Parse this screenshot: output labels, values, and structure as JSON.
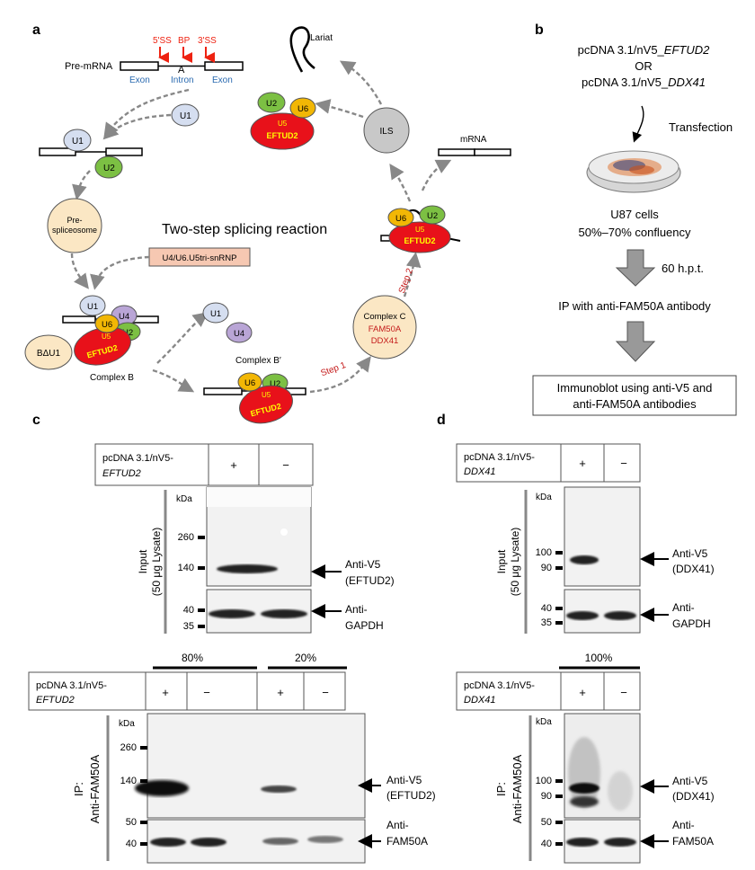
{
  "panels": {
    "a": "a",
    "b": "b",
    "c": "c",
    "d": "d"
  },
  "a": {
    "pre_mrna": "Pre-mRNA",
    "ss5": "5'SS",
    "bp": "BP",
    "ss3": "3'SS",
    "a_letter": "A",
    "exon1": "Exon",
    "intron": "Intron",
    "exon2": "Exon",
    "u1": "U1",
    "u2": "U2",
    "u4": "U4",
    "u5": "U5",
    "u6": "U6",
    "eftud2": "EFTUD2",
    "prespliceosome_l1": "Pre-",
    "prespliceosome_l2": "spliceosome",
    "tri_snrnp": "U4/U6.U5tri-snRNP",
    "title": "Two-step splicing reaction",
    "bdu1": "BΔU1",
    "complex_b": "Complex B",
    "complex_bp": "Complex B′",
    "step1": "Step 1",
    "step2": "Step 2",
    "complex_c": "Complex C",
    "fam50a": "FAM50A",
    "ddx41": "DDX41",
    "mrna": "mRNA",
    "ils": "ILS",
    "lariat": "Lariat"
  },
  "b": {
    "plasmid1_prefix": "pcDNA 3.1/nV5_",
    "plasmid1_gene": "EFTUD2",
    "or": "OR",
    "plasmid2_prefix": "pcDNA 3.1/nV5_",
    "plasmid2_gene": "DDX41",
    "transfection": "Transfection",
    "cells": "U87 cells",
    "confluency": "50%–70% confluency",
    "hpt": "60 h.p.t.",
    "ip": "IP with anti-FAM50A antibody",
    "immunoblot_l1": "Immunoblot using anti-V5 and",
    "immunoblot_l2": "anti-FAM50A antibodies"
  },
  "c": {
    "plasmid_prefix": "pcDNA 3.1/nV5-",
    "plasmid_gene": "EFTUD2",
    "plus": "+",
    "minus": "−",
    "kda": "kDa",
    "input_l1": "Input",
    "input_l2": "(50 μg Lysate)",
    "m260": "260",
    "m140": "140",
    "m40": "40",
    "m35": "35",
    "m50": "50",
    "anti_v5": "Anti-V5",
    "eftud2_paren": "(EFTUD2)",
    "anti_l1": "Anti-",
    "gapdh": "GAPDH",
    "fam50a": "FAM50A",
    "p80": "80%",
    "p20": "20%",
    "ip_l1": "IP:",
    "ip_l2": "Anti-FAM50A"
  },
  "d": {
    "plasmid_prefix": "pcDNA 3.1/nV5-",
    "plasmid_gene": "DDX41",
    "plus": "+",
    "minus": "−",
    "kda": "kDa",
    "input_l1": "Input",
    "input_l2": "(50 μg Lysate)",
    "m100": "100",
    "m90": "90",
    "m40": "40",
    "m35": "35",
    "m50": "50",
    "anti_v5": "Anti-V5",
    "ddx41_paren": "(DDX41)",
    "anti_l1": "Anti-",
    "gapdh": "GAPDH",
    "fam50a": "FAM50A",
    "p100": "100%",
    "ip_l1": "IP:",
    "ip_l2": "Anti-FAM50A"
  }
}
